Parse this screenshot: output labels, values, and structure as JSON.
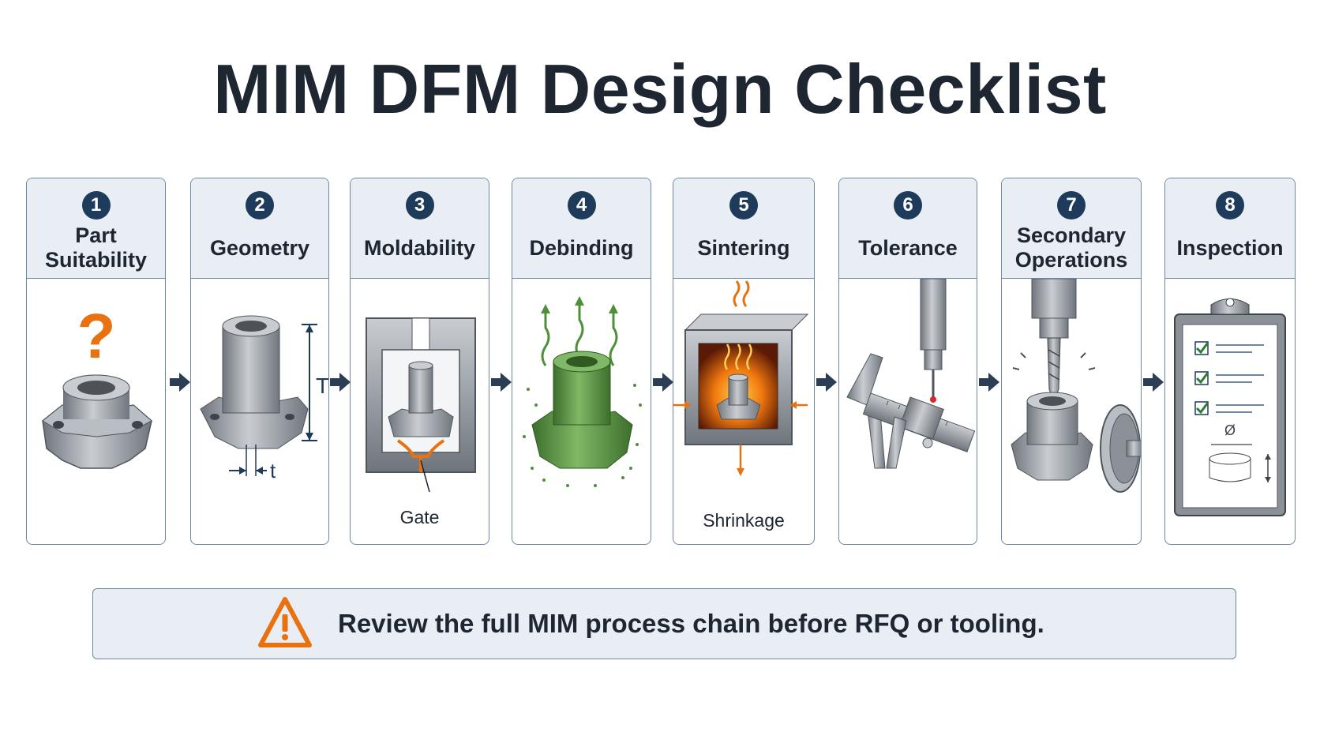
{
  "title": "MIM DFM Design Checklist",
  "steps": [
    {
      "number": "1",
      "label": "Part Suitability"
    },
    {
      "number": "2",
      "label": "Geometry",
      "dim_labels": [
        "T",
        "t"
      ]
    },
    {
      "number": "3",
      "label": "Moldability",
      "note": "Gate"
    },
    {
      "number": "4",
      "label": "Debinding"
    },
    {
      "number": "5",
      "label": "Sintering",
      "note": "Shrinkage"
    },
    {
      "number": "6",
      "label": "Tolerance"
    },
    {
      "number": "7",
      "label": "Secondary Operations"
    },
    {
      "number": "8",
      "label": "Inspection",
      "diameter_symbol": "Ø"
    }
  ],
  "question_mark": "?",
  "warning": {
    "text": "Review the full MIM process chain before RFQ or tooling.",
    "icon": "warning-triangle-icon"
  },
  "colors": {
    "navy": "#1f3b5c",
    "header_bg": "#e9eef4",
    "border": "#6d86a2",
    "orange": "#e8720f",
    "green": "#4f8f3a",
    "metal": "#9a9fa6"
  }
}
